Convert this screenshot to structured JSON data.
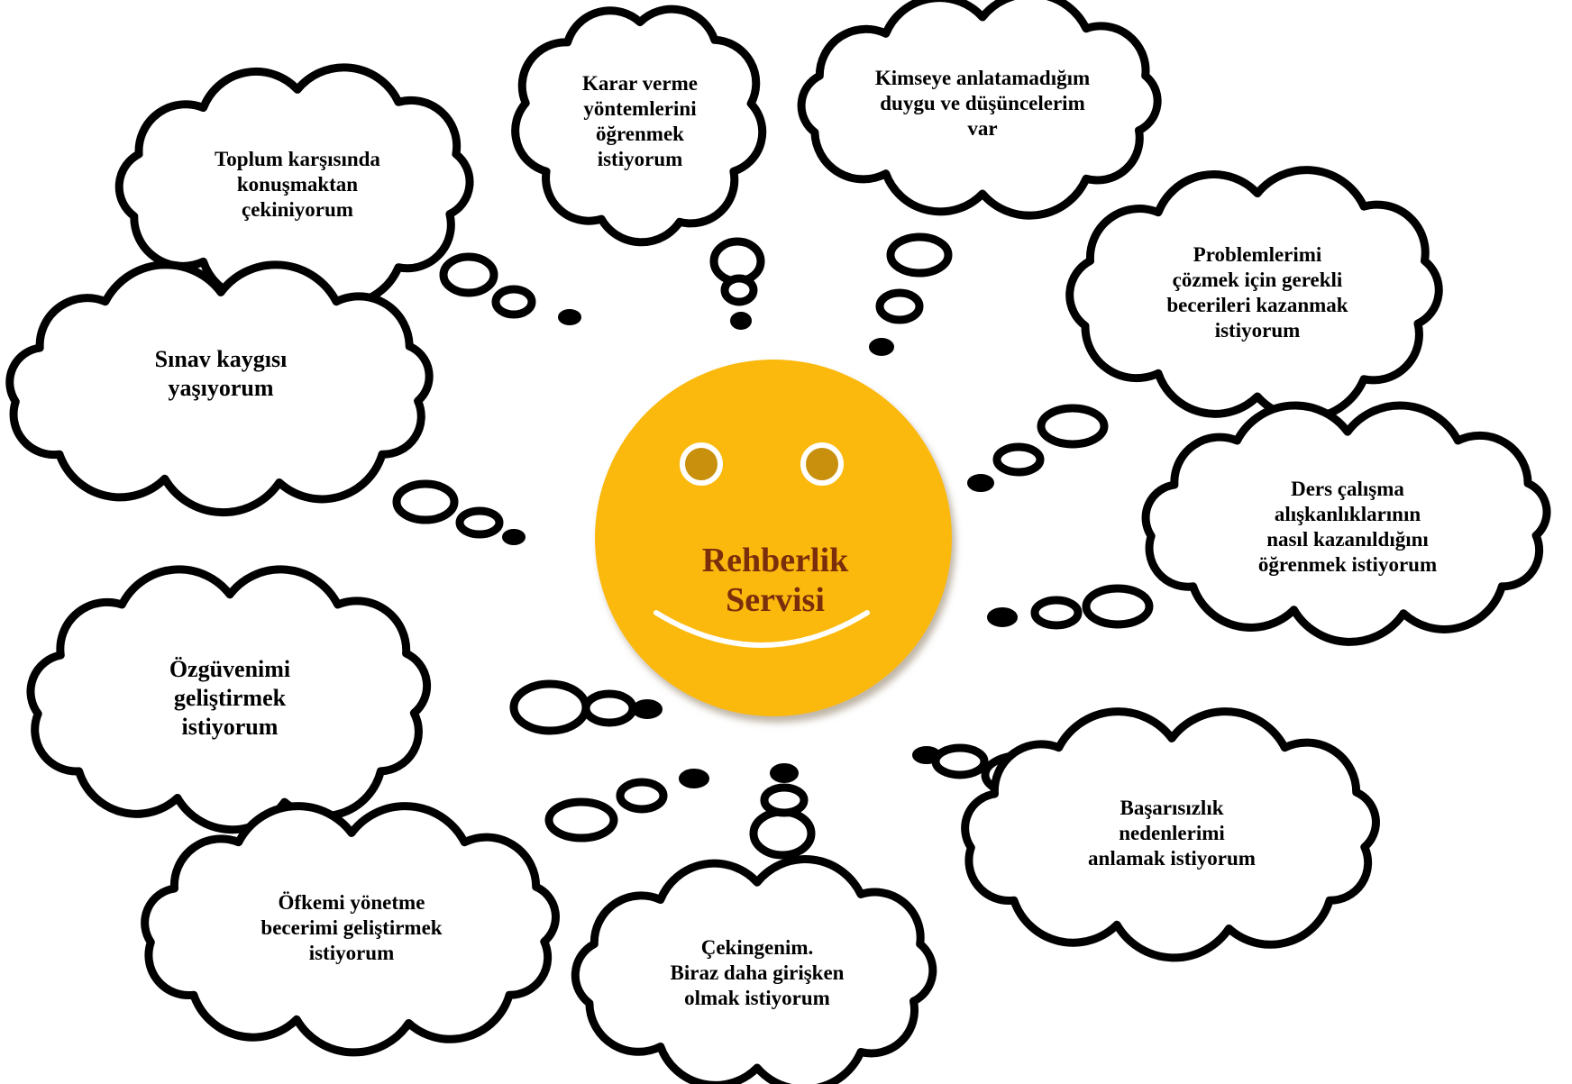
{
  "center": {
    "lines": [
      "Rehberlik",
      "Servisi"
    ],
    "face_color": "#fbb80f",
    "eye_color": "#c8900c",
    "text_color": "#7a2e0c"
  },
  "clouds": [
    {
      "id": "toplum",
      "lines": [
        "Toplum karşısında",
        "konuşmaktan",
        "çekiniyorum"
      ]
    },
    {
      "id": "karar",
      "lines": [
        "Karar verme",
        "yöntemlerini",
        "öğrenmek",
        "istiyorum"
      ]
    },
    {
      "id": "kimseye",
      "lines": [
        "Kimseye anlatamadığım",
        "duygu ve düşüncelerim",
        "var"
      ]
    },
    {
      "id": "problem",
      "lines": [
        "Problemlerimi",
        "çözmek için gerekli",
        "becerileri kazanmak",
        "istiyorum"
      ]
    },
    {
      "id": "sinav",
      "lines": [
        "Sınav kaygısı",
        "yaşıyorum"
      ]
    },
    {
      "id": "ders",
      "lines": [
        "Ders çalışma",
        "alışkanlıklarının",
        "nasıl kazanıldığını",
        "öğrenmek istiyorum"
      ]
    },
    {
      "id": "ozguven",
      "lines": [
        "Özgüvenimi",
        "geliştirmek",
        "istiyorum"
      ]
    },
    {
      "id": "basarisizlik",
      "lines": [
        "Başarısızlık",
        "nedenlerimi",
        "anlamak istiyorum"
      ]
    },
    {
      "id": "ofke",
      "lines": [
        "Öfkemi yönetme",
        "becerimi geliştirmek",
        "istiyorum"
      ]
    },
    {
      "id": "cekingen",
      "lines": [
        "Çekingenim.",
        "Biraz daha girişken",
        "olmak istiyorum"
      ]
    }
  ]
}
